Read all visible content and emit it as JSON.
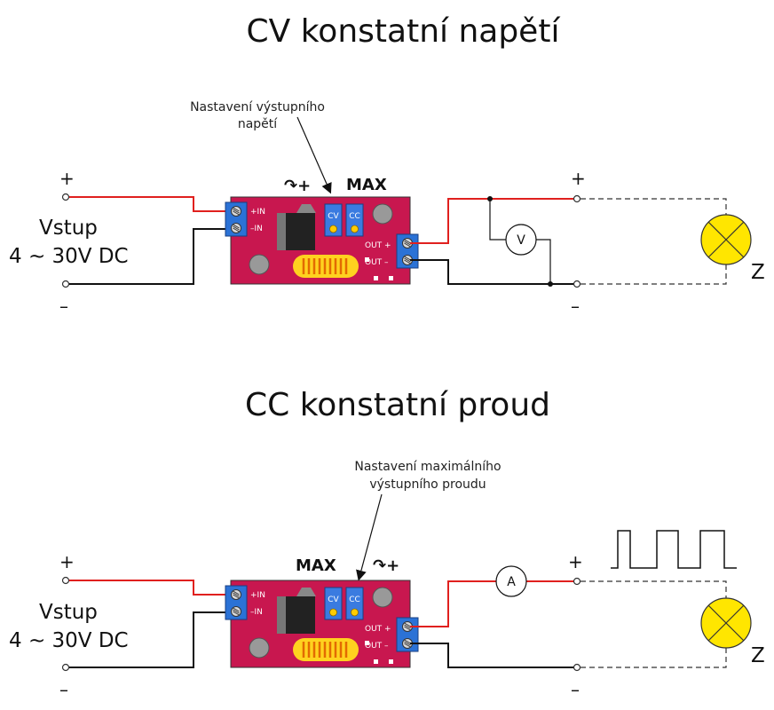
{
  "cv": {
    "title": "CV konstatní napětí",
    "note_line1": "Nastavení výstupního",
    "note_line2": "napětí",
    "max_label": "MAX",
    "rotate_plus": "↷+",
    "input_label_line1": "Vstup",
    "input_label_line2": "4 ~ 30V DC",
    "plus": "+",
    "minus": "–",
    "in_plus": "+IN",
    "in_minus": "–IN",
    "out_plus": "OUT +",
    "out_minus": "OUT –",
    "pot_cv": "CV",
    "pot_cc": "CC",
    "meter": "V",
    "load": "Z"
  },
  "cc": {
    "title": "CC konstatní proud",
    "note_line1": "Nastavení maximálního",
    "note_line2": "výstupního proudu",
    "max_label": "MAX",
    "rotate_plus": "↷+",
    "input_label_line1": "Vstup",
    "input_label_line2": "4 ~ 30V DC",
    "plus": "+",
    "minus": "–",
    "in_plus": "+IN",
    "in_minus": "–IN",
    "out_plus": "OUT +",
    "out_minus": "OUT –",
    "pot_cv": "CV",
    "pot_cc": "CC",
    "meter": "A",
    "load": "Z"
  },
  "colors": {
    "board": "#c8174f",
    "wire_positive": "#e0201e",
    "wire_negative": "#111111",
    "terminal": "#2b72d6",
    "lamp": "#ffe600",
    "pot_body": "#3a7be0",
    "pot_knob": "#ffcc00"
  }
}
